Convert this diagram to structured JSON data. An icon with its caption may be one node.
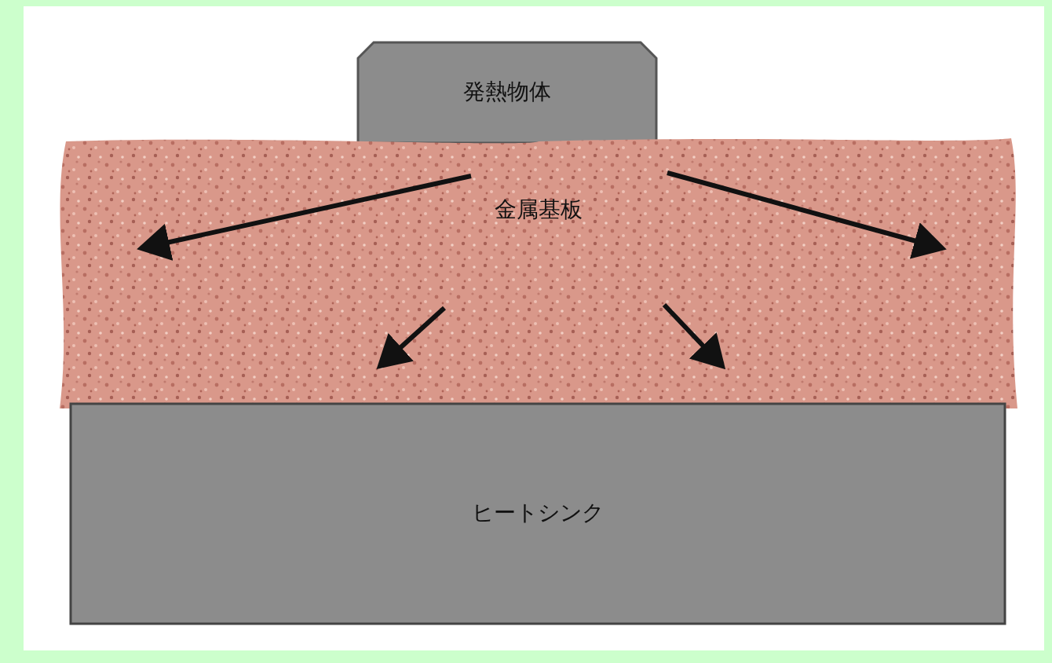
{
  "diagram": {
    "nodes": [
      {
        "text": [
          "発熱物体"
        ]
      },
      {
        "text": [
          "金属基板"
        ]
      },
      {
        "text": [
          "ヒートシンク"
        ]
      }
    ]
  }
}
